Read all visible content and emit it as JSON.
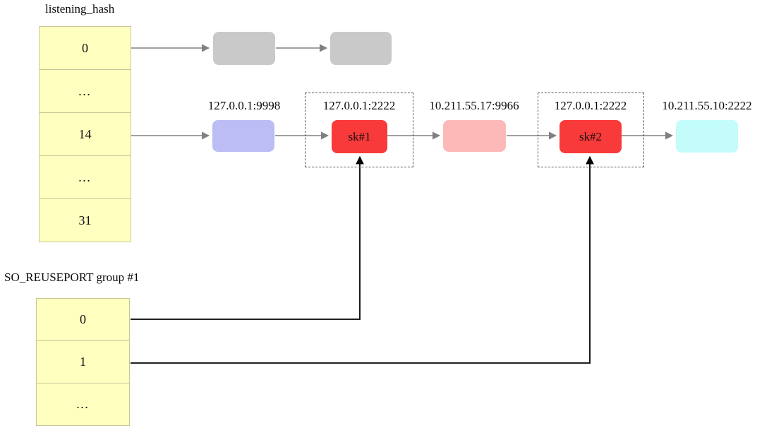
{
  "diagram": {
    "title_listening_hash": "listening_hash",
    "title_reuseport": "SO_REUSEPORT group #1",
    "listening_hash_cells": [
      {
        "label": "0"
      },
      {
        "label": "…"
      },
      {
        "label": "14"
      },
      {
        "label": "…"
      },
      {
        "label": "31"
      }
    ],
    "reuseport_cells": [
      {
        "label": "0"
      },
      {
        "label": "1"
      },
      {
        "label": "…"
      }
    ],
    "bucket0_chain": [
      {
        "label": "",
        "color": "#c9c9c9",
        "kind": "gray"
      },
      {
        "label": "",
        "color": "#c9c9c9",
        "kind": "gray"
      }
    ],
    "bucket14_chain": [
      {
        "addr": "127.0.0.1:9998",
        "label": "",
        "color": "#bdbdf5",
        "kind": "blue",
        "grouped": false
      },
      {
        "addr": "127.0.0.1:2222",
        "label": "sk#1",
        "color": "#f93a3a",
        "kind": "red",
        "grouped": true
      },
      {
        "addr": "10.211.55.17:9966",
        "label": "",
        "color": "#fdb8b8",
        "kind": "pink",
        "grouped": false
      },
      {
        "addr": "127.0.0.1:2222",
        "label": "sk#2",
        "color": "#f93a3a",
        "kind": "red",
        "grouped": true
      },
      {
        "addr": "10.211.55.10:2222",
        "label": "",
        "color": "#c4fbfb",
        "kind": "cyan",
        "grouped": false
      }
    ],
    "colors": {
      "cell_fill": "#ffffbf",
      "cell_border": "#c8c89a",
      "chain_arrow": "#808080",
      "group_arrow": "#000000",
      "dashed_border": "#555555"
    }
  }
}
